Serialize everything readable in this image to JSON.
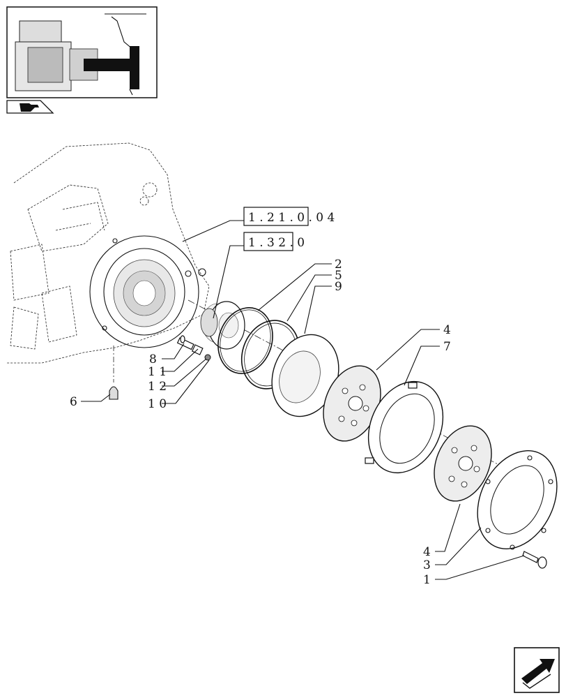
{
  "references": [
    {
      "id": "ref-1",
      "text": "1 . 2 1 . 0 . 0 4"
    },
    {
      "id": "ref-2",
      "text": "1 . 3 2 . 0"
    }
  ],
  "callouts": {
    "c1": "1",
    "c2": "2",
    "c3": "3",
    "c4a": "4",
    "c4b": "4",
    "c5": "5",
    "c6": "6",
    "c7": "7",
    "c8": "8",
    "c9": "9",
    "c10": "1 0",
    "c11": "1 1",
    "c12": "1 2"
  },
  "icons": {
    "thumbnail_tab": "hand-pointer-icon",
    "nav_next": "next-arrow-icon"
  }
}
